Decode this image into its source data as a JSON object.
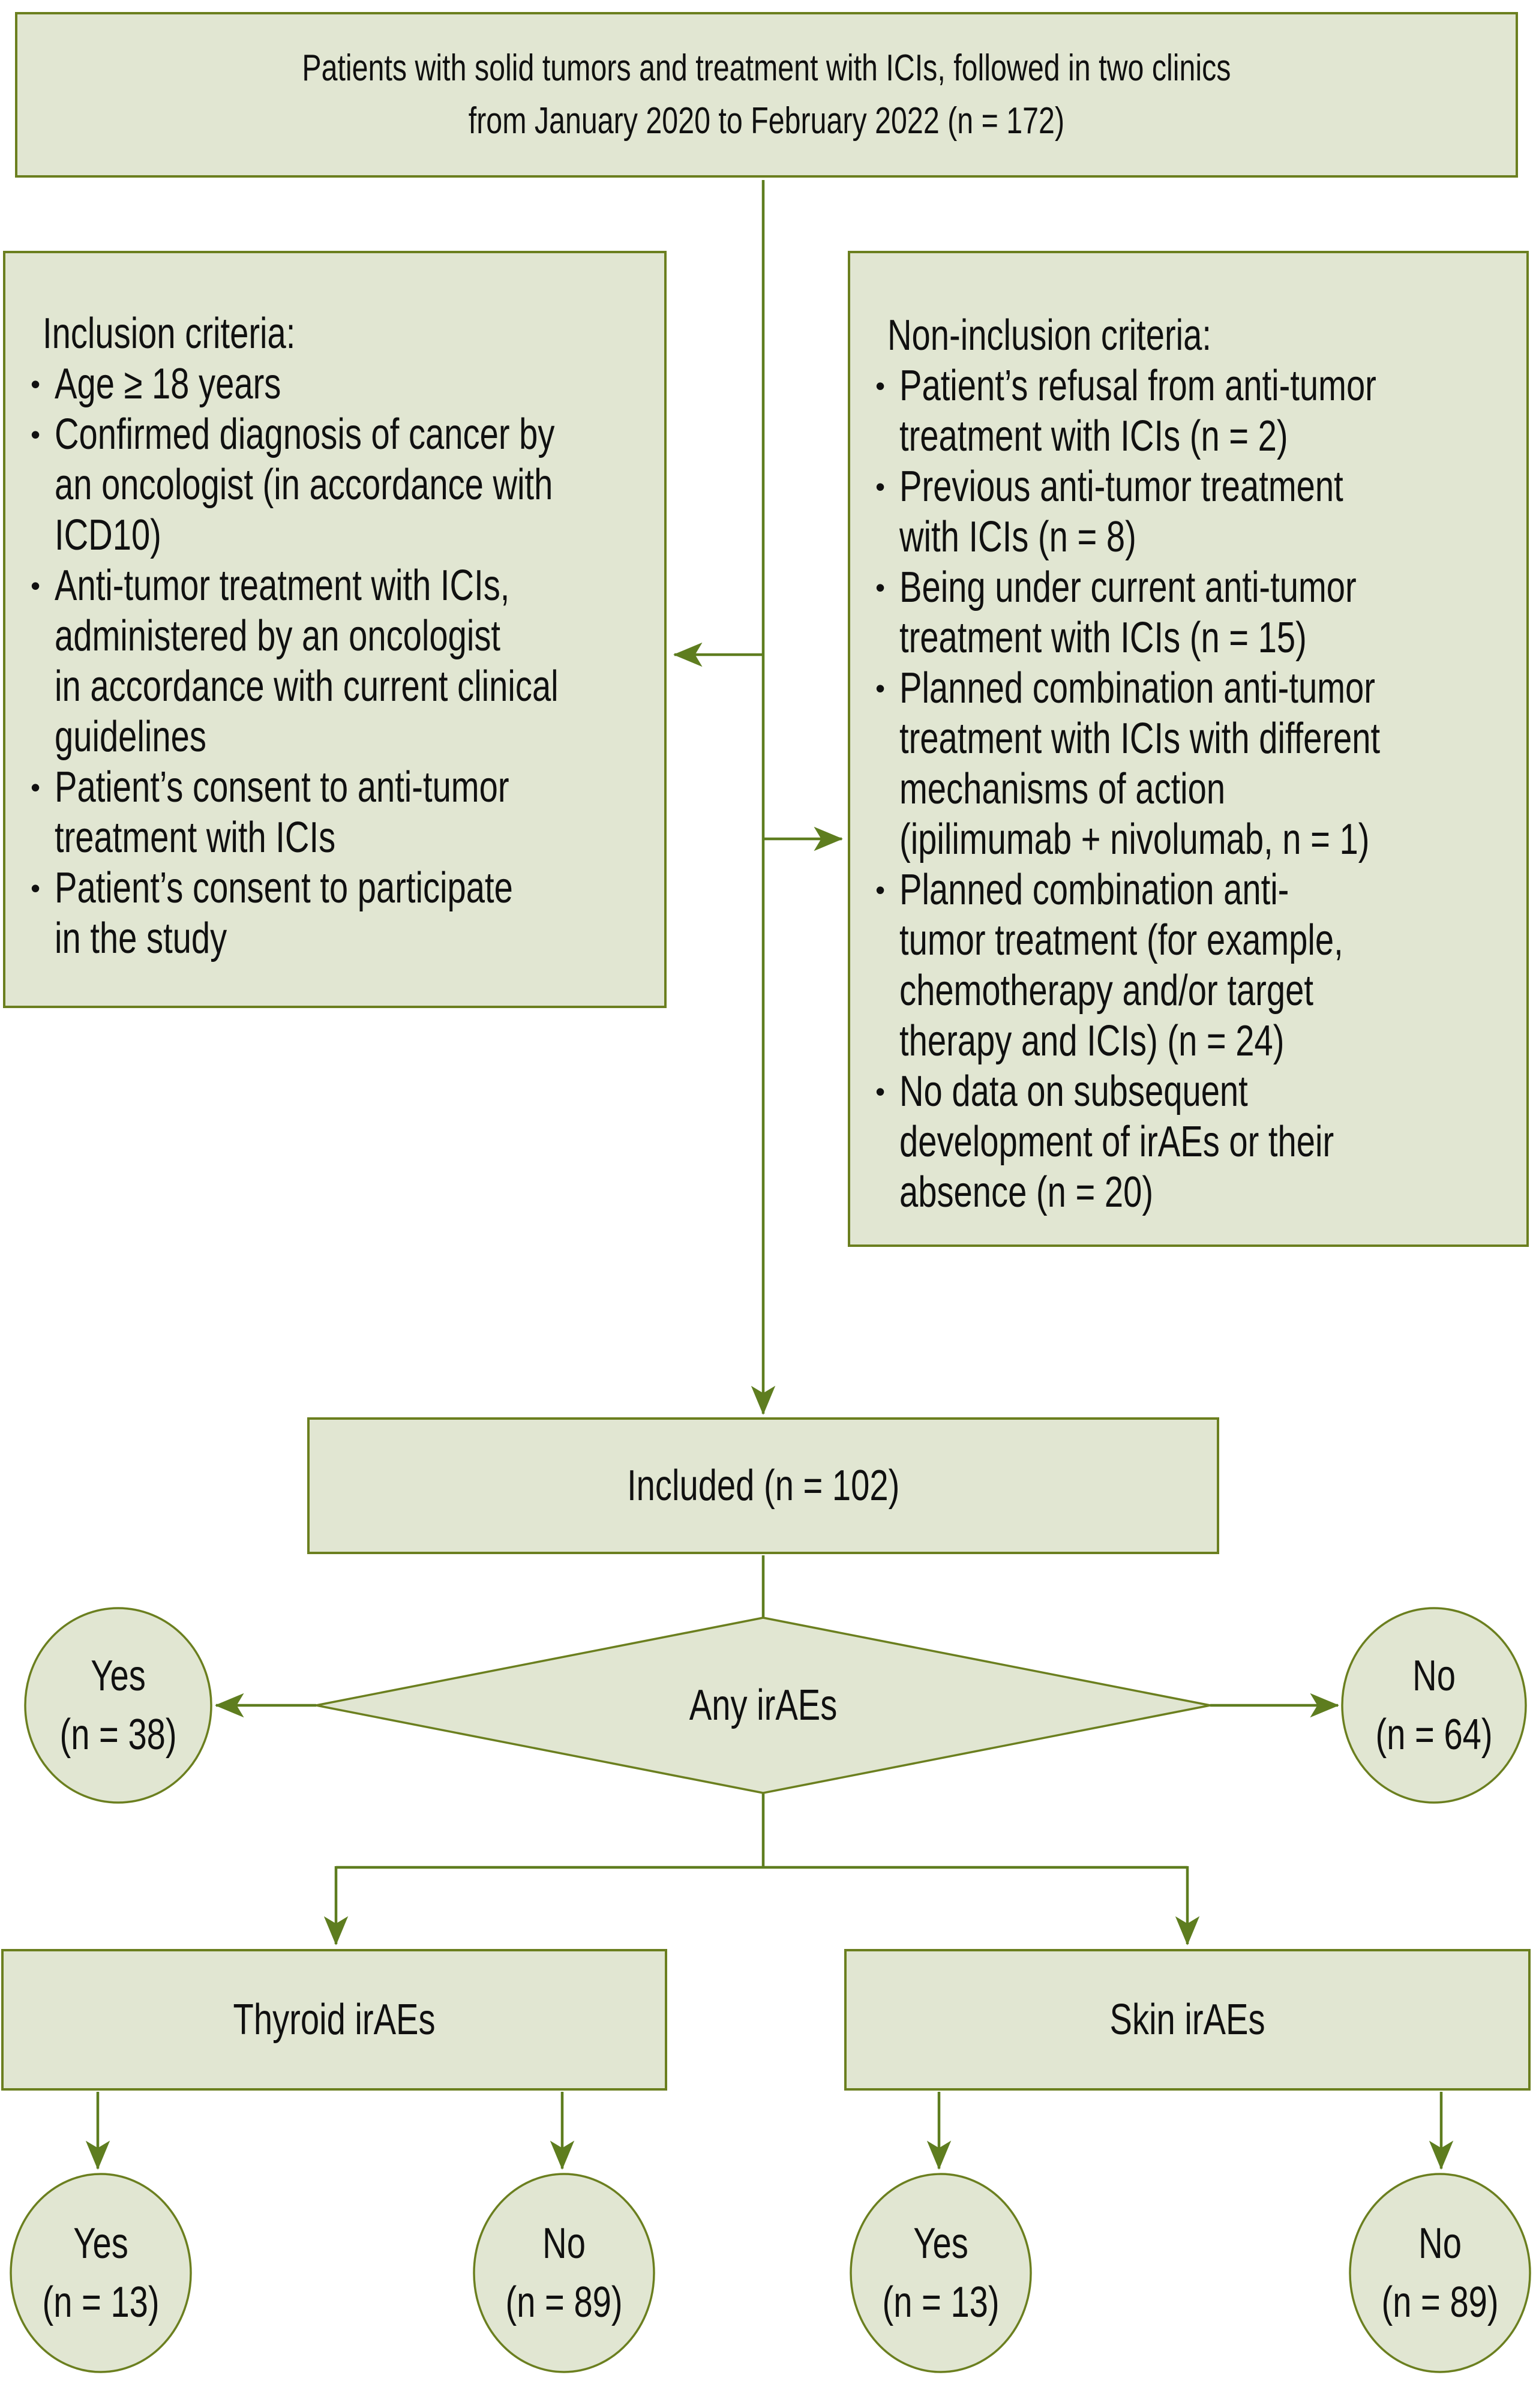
{
  "theme": {
    "background": "#ffffff",
    "shape_fill": "#e1e6d2",
    "shape_border": "#6b7f1f",
    "connector": "#5e7d1f",
    "text_color": "#101010",
    "bullet": "•"
  },
  "top_box": {
    "text": "Patients with solid tumors and treatment with ICIs, followed in two clinics\nfrom January 2020 to February 2022 (n = 172)"
  },
  "inclusion_box": {
    "heading": "Inclusion criteria:",
    "items": [
      "Age ≥ 18 years",
      "Confirmed diagnosis of cancer by\nan oncologist (in accordance with\nICD10)",
      "Anti-tumor treatment with ICIs,\nadministered by an oncologist\nin accordance with current clinical\nguidelines",
      "Patient’s consent to anti-tumor\ntreatment with ICIs",
      "Patient’s consent to participate\nin the study"
    ]
  },
  "non_inclusion_box": {
    "heading": "Non-inclusion criteria:",
    "items": [
      "Patient’s refusal from anti-tumor\ntreatment with ICIs (n = 2)",
      "Previous anti-tumor treatment\nwith ICIs (n = 8)",
      "Being under current anti-tumor\ntreatment with ICIs (n = 15)",
      "Planned combination anti-tumor\ntreatment with ICIs with different\nmechanisms of action\n(ipilimumab + nivolumab, n = 1)",
      "Planned combination anti-\ntumor treatment (for example,\nchemotherapy and/or target\ntherapy and ICIs) (n = 24)",
      "No data on subsequent\ndevelopment of irAEs or their\nabsence (n = 20)"
    ]
  },
  "included_box": {
    "label": "Included (n = 102)"
  },
  "decision": {
    "label": "Any irAEs"
  },
  "outcome_yes": {
    "text": "Yes\n(n = 38)"
  },
  "outcome_no": {
    "text": "No\n(n = 64)"
  },
  "thyroid_box": {
    "label": "Thyroid irAEs"
  },
  "skin_box": {
    "label": "Skin irAEs"
  },
  "thyroid_yes": {
    "text": "Yes\n(n = 13)"
  },
  "thyroid_no": {
    "text": "No\n(n = 89)"
  },
  "skin_yes": {
    "text": "Yes\n(n = 13)"
  },
  "skin_no": {
    "text": "No\n(n = 89)"
  }
}
